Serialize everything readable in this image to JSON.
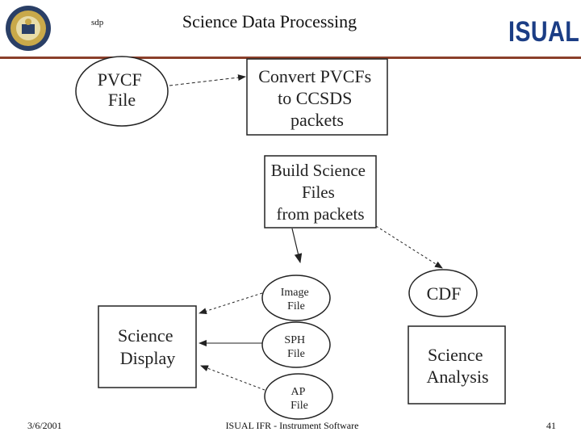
{
  "header": {
    "tag": "sdp",
    "title": "Science Data Processing",
    "logo_text": "ISUAL",
    "logo_color": "#1b3d85",
    "rule_color": "#8b3f2a"
  },
  "diagram": {
    "pvcf": [
      "PVCF",
      "File"
    ],
    "convert": [
      "Convert PVCFs",
      "to CCSDS",
      "packets"
    ],
    "build": [
      "Build Science",
      "Files",
      "from packets"
    ],
    "image_file": [
      "Image",
      "File"
    ],
    "sph_file": [
      "SPH",
      "File"
    ],
    "ap_file": [
      "AP",
      "File"
    ],
    "cdf": [
      "CDF"
    ],
    "display": [
      "Science",
      "Display"
    ],
    "analysis": [
      "Science",
      "Analysis"
    ]
  },
  "footer": {
    "date": "3/6/2001",
    "center": "ISUAL IFR - Instrument Software",
    "page": "41"
  }
}
